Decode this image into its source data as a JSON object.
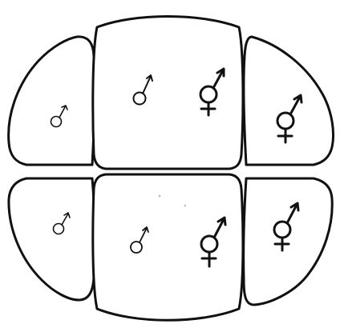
{
  "colors": {
    "background": "#ffffff",
    "ink": "#111111"
  },
  "cells": [
    {
      "id": "upper-left",
      "symbols": [
        "male-symbol"
      ]
    },
    {
      "id": "upper-middle",
      "symbols": [
        "male-symbol",
        "hermaphrodite-symbol"
      ]
    },
    {
      "id": "upper-right",
      "symbols": [
        "hermaphrodite-symbol"
      ]
    },
    {
      "id": "lower-left",
      "symbols": [
        "male-symbol"
      ]
    },
    {
      "id": "lower-middle",
      "symbols": [
        "male-symbol",
        "hermaphrodite-symbol"
      ]
    },
    {
      "id": "lower-right",
      "symbols": [
        "hermaphrodite-symbol"
      ]
    }
  ]
}
